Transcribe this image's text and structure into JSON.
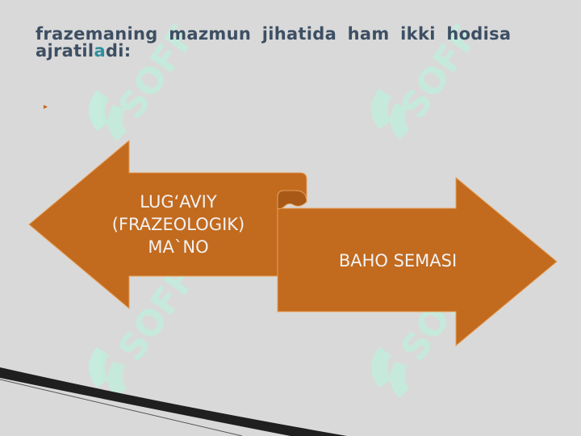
{
  "slide": {
    "title_part1": "frazemaning mazmun jihatida ham ikki hodisa",
    "title_part2": "ajratil",
    "title_part3": "a",
    "title_part4": "di:",
    "bullet_glyph": "▸"
  },
  "diagram": {
    "left_arrow_lines": [
      "LUG‘AVIY",
      "(FRAZEOLOGIK)",
      "MA`NO"
    ],
    "right_arrow_text": "BAHO SEMASI"
  },
  "watermark": {
    "text": "SOFF"
  },
  "colors": {
    "background": "#d9d9d9",
    "arrow_fill": "#c26a1e",
    "arrow_stroke": "#e6a05a",
    "arrow_text": "#f2f2f2",
    "title": "#3d4f63",
    "watermark": "#c9ede0"
  }
}
